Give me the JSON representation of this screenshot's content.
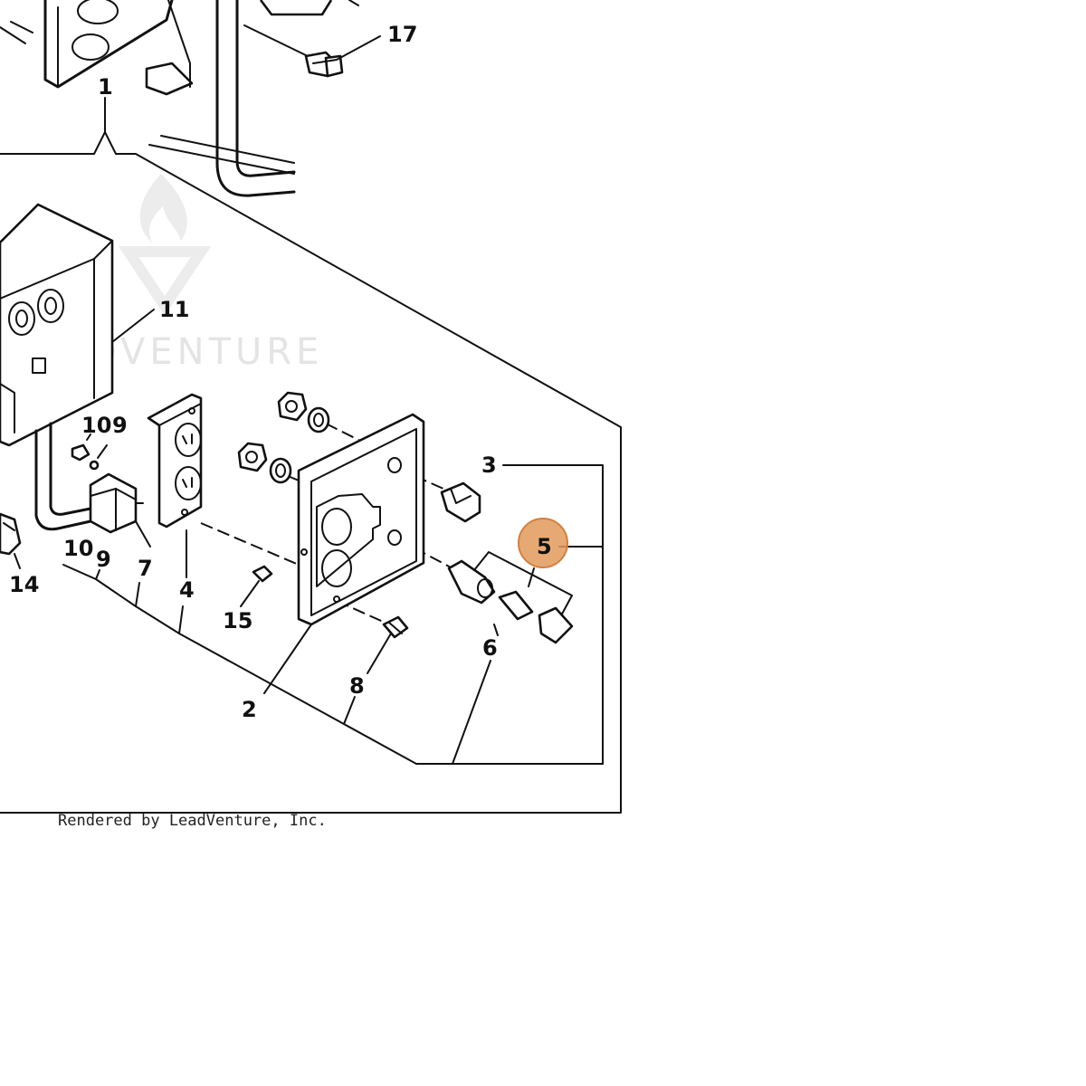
{
  "watermark": {
    "text": "LEADVENTURE"
  },
  "credit": {
    "text": "Rendered by LeadVenture, Inc."
  },
  "highlight": {
    "part": "5",
    "color": "#e39a5c"
  },
  "callouts": [
    {
      "id": "17",
      "label": "17"
    },
    {
      "id": "11",
      "label": "11"
    },
    {
      "id": "10a",
      "label": "10"
    },
    {
      "id": "9a",
      "label": "9"
    },
    {
      "id": "3",
      "label": "3"
    },
    {
      "id": "5",
      "label": "5"
    },
    {
      "id": "10b",
      "label": "10"
    },
    {
      "id": "9b",
      "label": "9"
    },
    {
      "id": "7",
      "label": "7"
    },
    {
      "id": "4",
      "label": "4"
    },
    {
      "id": "14",
      "label": "14"
    },
    {
      "id": "15",
      "label": "15"
    },
    {
      "id": "6",
      "label": "6"
    },
    {
      "id": "8",
      "label": "8"
    },
    {
      "id": "2",
      "label": "2"
    },
    {
      "id": "1",
      "label": "1"
    }
  ]
}
